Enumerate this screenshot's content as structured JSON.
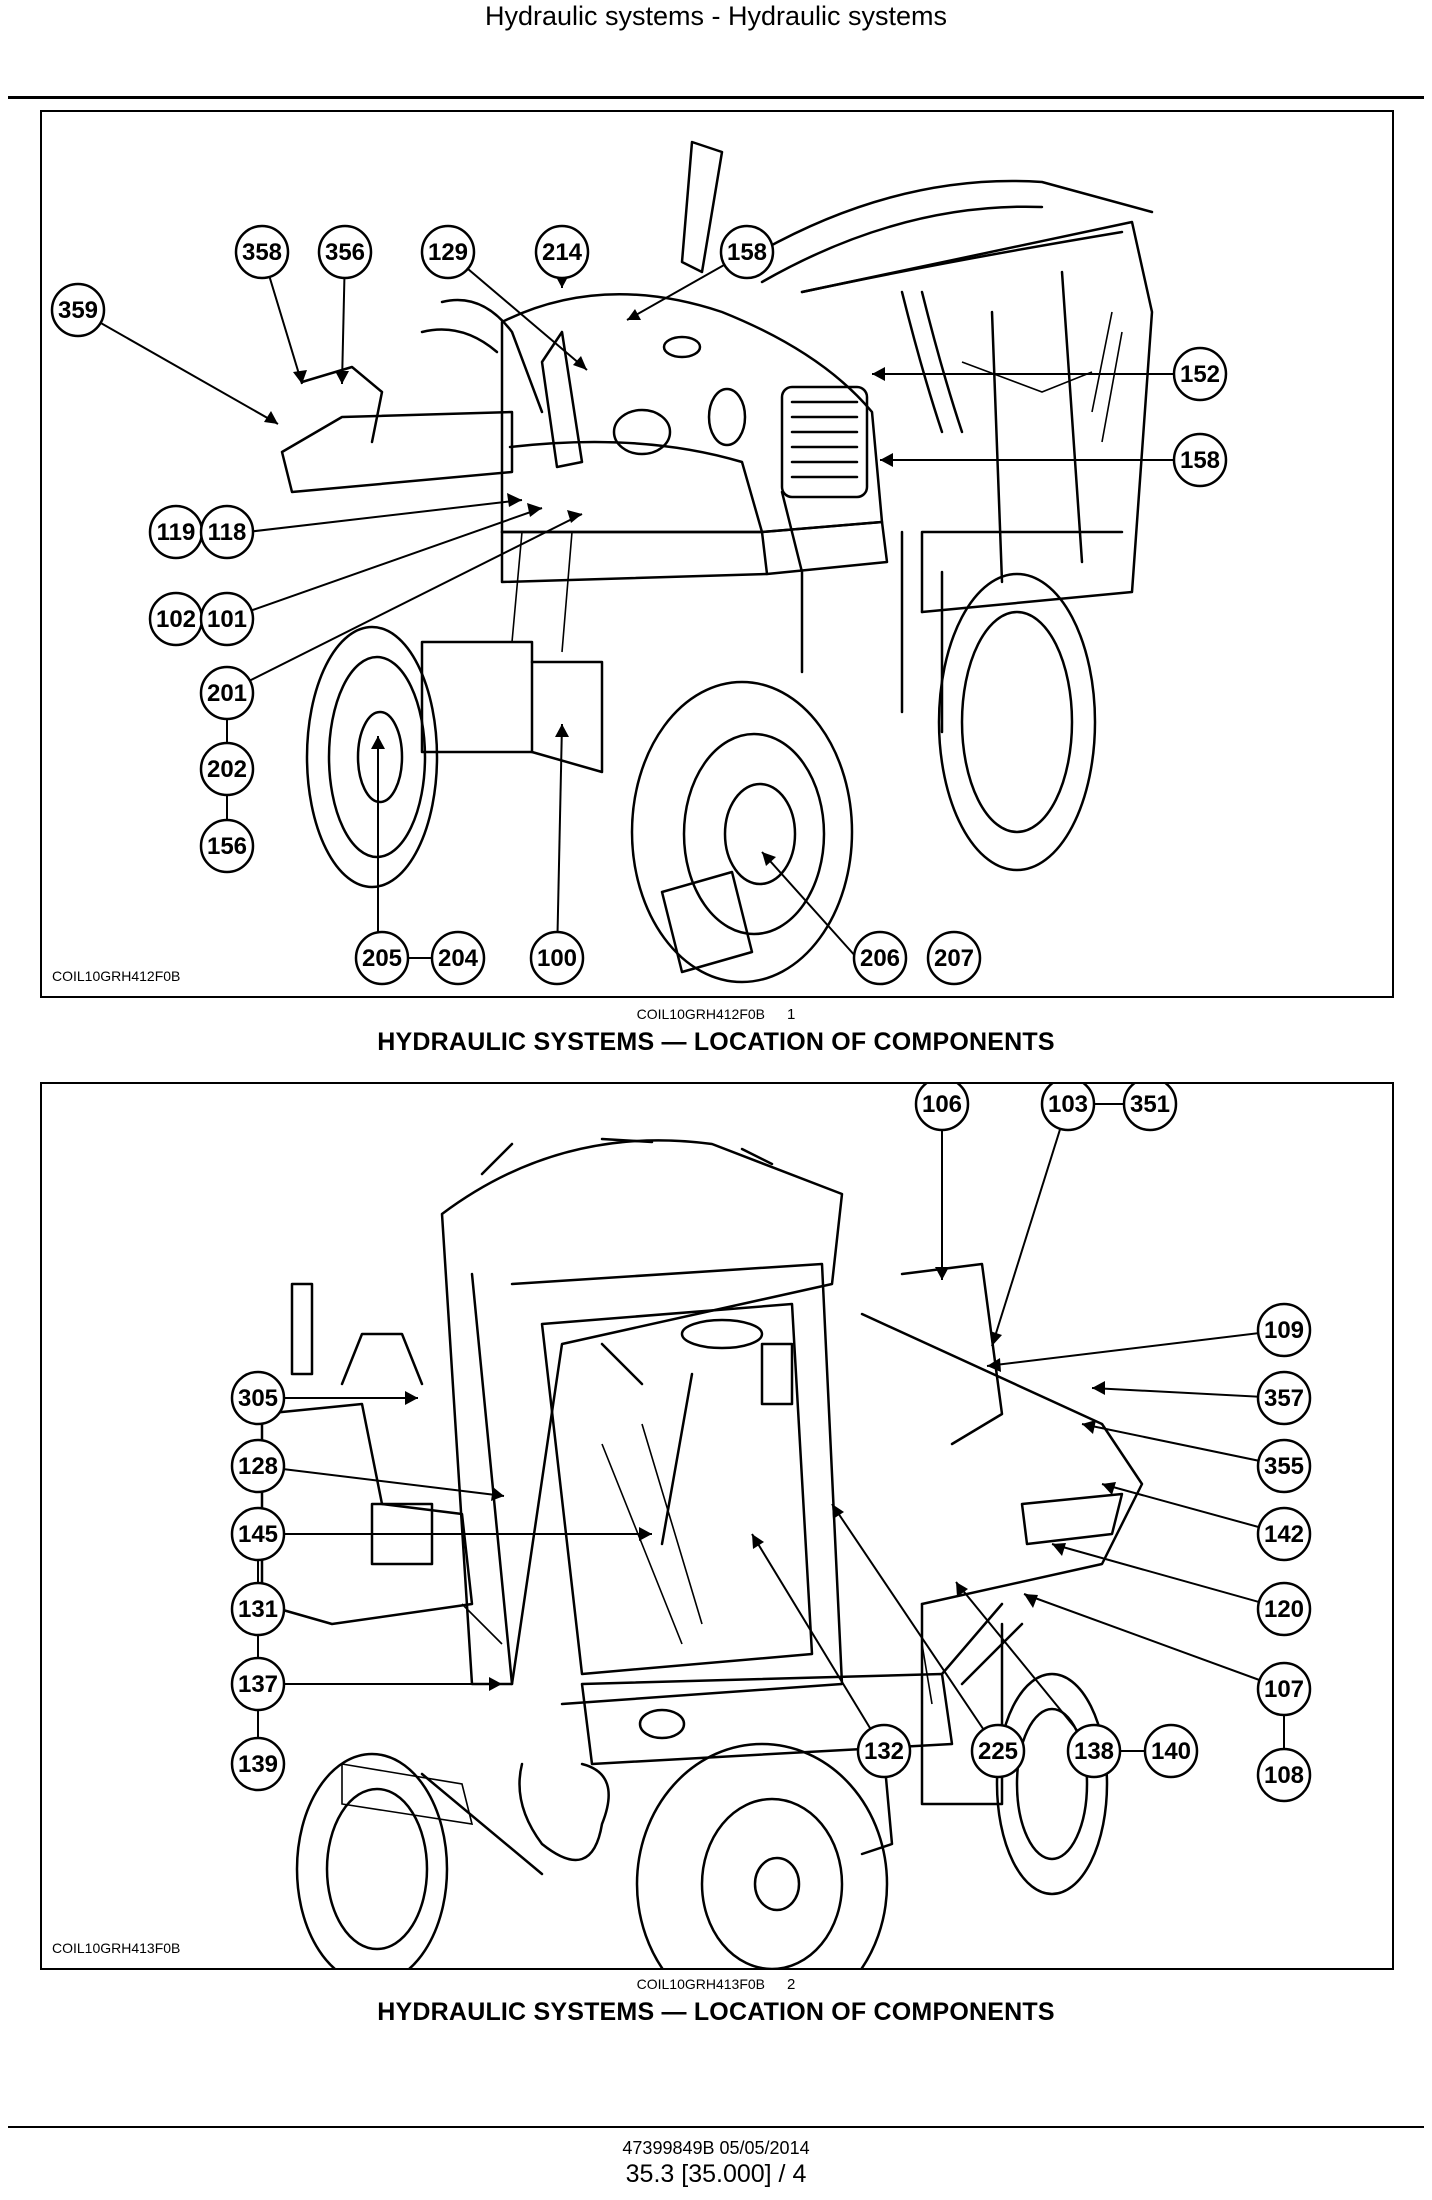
{
  "header": {
    "title": "Hydraulic systems - Hydraulic systems"
  },
  "figures": [
    {
      "image_code": "COIL10GRH412F0B",
      "caption_code": "COIL10GRH412F0B",
      "caption_number": "1",
      "title": "HYDRAULIC SYSTEMS — LOCATION OF COMPONENTS",
      "callouts": [
        "358",
        "356",
        "129",
        "214",
        "158",
        "359",
        "152",
        "158",
        "119",
        "118",
        "102",
        "101",
        "201",
        "202",
        "156",
        "205",
        "204",
        "100",
        "206",
        "207"
      ]
    },
    {
      "image_code": "COIL10GRH413F0B",
      "caption_code": "COIL10GRH413F0B",
      "caption_number": "2",
      "title": "HYDRAULIC SYSTEMS — LOCATION OF COMPONENTS",
      "callouts": [
        "106",
        "103",
        "351",
        "109",
        "305",
        "357",
        "128",
        "355",
        "145",
        "142",
        "131",
        "120",
        "137",
        "107",
        "139",
        "108",
        "132",
        "225",
        "138",
        "140"
      ]
    }
  ],
  "footer": {
    "doc_ref": "47399849B 05/05/2014",
    "page_ref": "35.3 [35.000] / 4"
  }
}
